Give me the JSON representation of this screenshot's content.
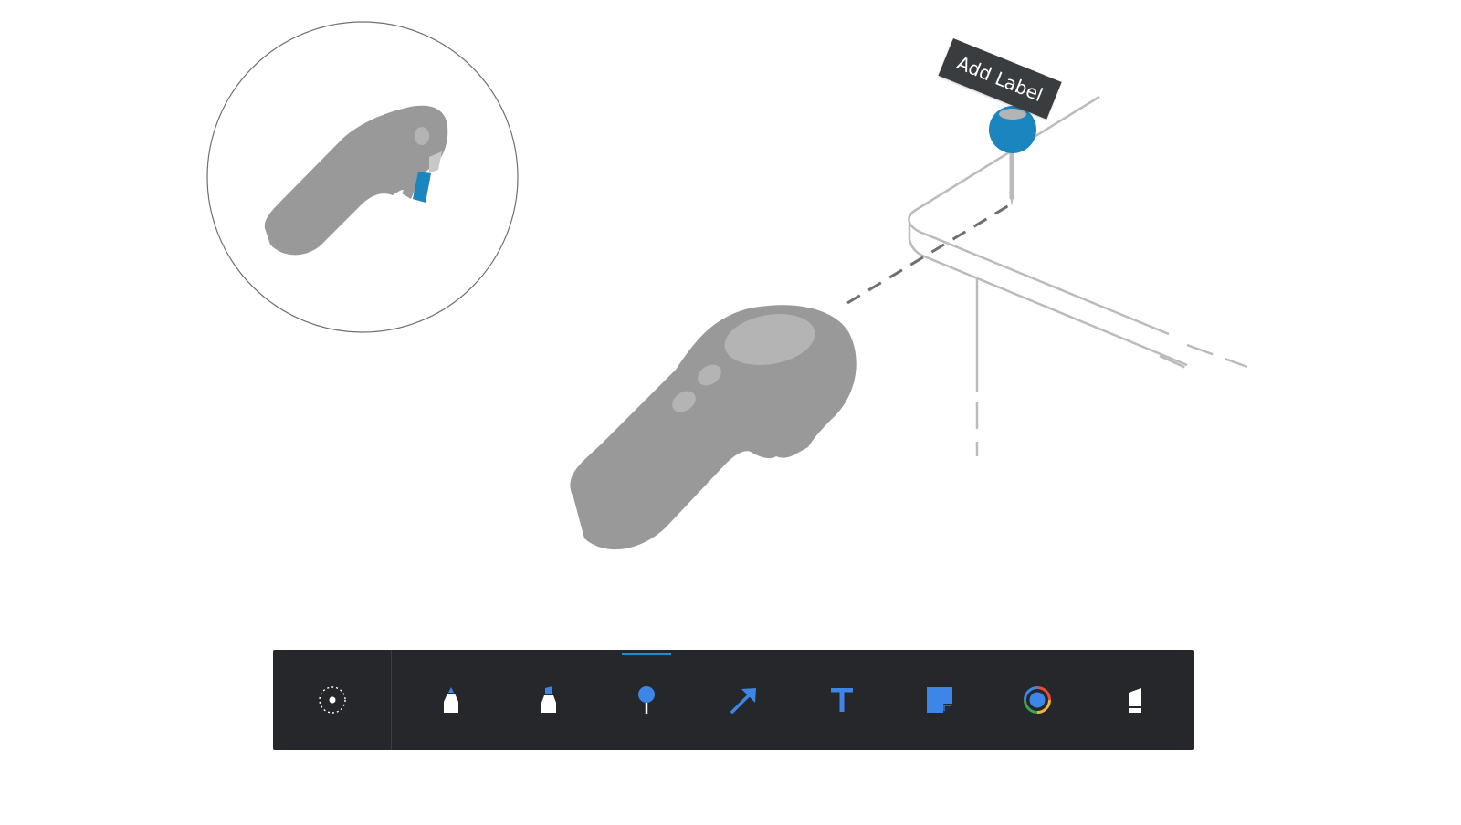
{
  "scene": {
    "label_text": "Add Label",
    "colors": {
      "controller": "#999999",
      "controller_highlight": "#b4b4b4",
      "pin": "#1b85bf",
      "accent_blue": "#3d86e8",
      "toolbar_bg": "#26272a",
      "line": "#bbbbbb"
    }
  },
  "toolbar": {
    "tools": [
      {
        "name": "pointer",
        "icon": "dotted-circle-icon",
        "interactive": true
      },
      {
        "name": "marker",
        "icon": "marker-icon",
        "interactive": true
      },
      {
        "name": "highlighter",
        "icon": "highlighter-icon",
        "interactive": true
      },
      {
        "name": "pin",
        "icon": "pin-icon",
        "interactive": true,
        "active": true
      },
      {
        "name": "arrow",
        "icon": "arrow-icon",
        "interactive": true
      },
      {
        "name": "text",
        "icon": "text-icon",
        "interactive": true
      },
      {
        "name": "sticky-note",
        "icon": "sticky-note-icon",
        "interactive": true
      },
      {
        "name": "color",
        "icon": "color-ring-icon",
        "interactive": true
      },
      {
        "name": "eraser",
        "icon": "eraser-icon",
        "interactive": true
      }
    ]
  }
}
